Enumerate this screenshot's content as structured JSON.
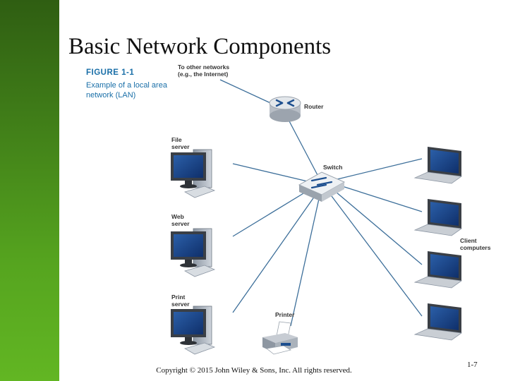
{
  "slide": {
    "title": "Basic Network Components",
    "figure_label": "FIGURE 1-1",
    "figure_caption": "Example of a local area network (LAN)",
    "footer": "Copyright © 2015 John Wiley & Sons, Inc. All rights reserved.",
    "slide_number": "1-7"
  },
  "diagram": {
    "internet_label": "To other networks\n(e.g., the Internet)",
    "router_label": "Router",
    "switch_label": "Switch",
    "file_server_label": "File\nserver",
    "web_server_label": "Web\nserver",
    "print_server_label": "Print\nserver",
    "printer_label": "Printer",
    "client_label": "Client\ncomputers"
  },
  "colors": {
    "sidebar": "#3f7c18",
    "caption": "#1a6fa8",
    "line": "#3d6f9a"
  }
}
